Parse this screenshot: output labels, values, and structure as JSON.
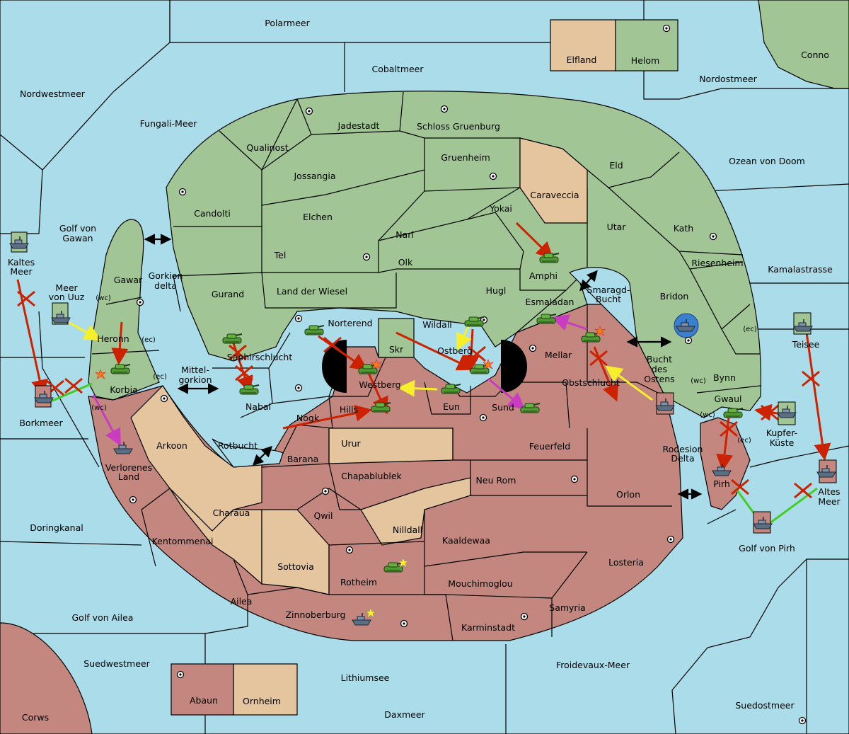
{
  "colors": {
    "sea": "#aadcea",
    "player_green": "#a2c596",
    "player_red": "#c3877f",
    "neutral": "#e4c59d",
    "order_red": "#cc2200",
    "order_yellow": "#f5f02a",
    "order_magenta": "#c83cc0",
    "order_green": "#44cc22",
    "dislodge_blue": "#3a7fd0"
  },
  "icons": {
    "army": "tank-icon",
    "fleet": "ship-icon",
    "supply_center": "supply-center-dot",
    "dislodged": "star-icon",
    "explosion": "explosion-icon",
    "connection": "double-arrow-icon"
  },
  "seas": {
    "polarmeer": "Polarmeer",
    "cobaltmeer": "Cobaltmeer",
    "nordostmeer": "Nordostmeer",
    "conno": "Conno",
    "nordwestmeer": "Nordwestmeer",
    "fungali": "Fungali-Meer",
    "ozean": "Ozean von Doom",
    "golf_gawan_1": "Golf von",
    "golf_gawan_2": "Gawan",
    "kaltes_1": "Kaltes",
    "kaltes_2": "Meer",
    "uuz_1": "Meer",
    "uuz_2": "von Uuz",
    "gorkion_1": "Gorkion",
    "gorkion_2": "delta",
    "kamalastrasse": "Kamalastrasse",
    "teisee": "Teisee",
    "mittel_1": "Mittel-",
    "mittel_2": "gorkion",
    "borkmeer": "Borkmeer",
    "smaragd_1": "Smaragd-",
    "smaragd_2": "Bucht",
    "bucht_1": "Bucht",
    "bucht_2": "des",
    "bucht_3": "Ostens",
    "rotbucht": "Rotbucht",
    "rodesion_1": "Rodesion",
    "rodesion_2": "Delta",
    "kupfer_1": "Kupfer-",
    "kupfer_2": "Küste",
    "altes_1": "Altes",
    "altes_2": "Meer",
    "doringkanal": "Doringkanal",
    "golf_pirh": "Golf von Pirh",
    "golf_ailea": "Golf von Ailea",
    "suedwestmeer": "Suedwestmeer",
    "froidevaux": "Froidevaux-Meer",
    "lithiumsee": "Lithiumsee",
    "daxmeer": "Daxmeer",
    "suedostmeer": "Suedostmeer",
    "corws": "Corws"
  },
  "islands": {
    "elfland": "Elfland",
    "helom": "Helom",
    "abaun": "Abaun",
    "ornheim": "Ornheim"
  },
  "green": {
    "jadestadt": "Jadestadt",
    "schloss": "Schloss Gruenburg",
    "qualinost": "Qualinost",
    "gruenheim": "Gruenheim",
    "eld": "Eld",
    "jossangia": "Jossangia",
    "candolti": "Candolti",
    "elchen": "Elchen",
    "yokai": "Yokai",
    "utar": "Utar",
    "kath": "Kath",
    "nari": "Nari",
    "tel": "Tel",
    "olk": "Olk",
    "amphi": "Amphi",
    "riesenheim": "Riesenheim",
    "gurand": "Gurand",
    "land_wiesel": "Land der Wiesel",
    "hugl": "Hugl",
    "bridon": "Bridon",
    "gawar": "Gawar",
    "esmaladan": "Esmaladan",
    "norterend": "Norterend",
    "wildall": "Wildall",
    "skr": "Skr",
    "heronn": "Heronn",
    "korbia": "Korbia",
    "bynn": "Bynn",
    "gwaul": "Gwaul",
    "ec": "(ec)",
    "wc": "(wc)"
  },
  "red": {
    "saphir": "Saphirschlucht",
    "ostberg": "Ostberg",
    "mellar": "Mellar",
    "westberg": "Westberg",
    "obstschlucht": "Obstschlucht",
    "nabai": "Nabai",
    "hills": "Hills",
    "nogk": "Nogk",
    "eun": "Eun",
    "sund": "Sund",
    "verlorenes_1": "Verlorenes",
    "verlorenes_2": "Land",
    "barana": "Barana",
    "feuerfeld": "Feuerfeld",
    "pirh": "Pirh",
    "chapablublek": "Chapablublek",
    "neu_rom": "Neu Rom",
    "orlon": "Orlon",
    "qwil": "Qwil",
    "kentommenai": "Kentommenai",
    "kaaldewaa": "Kaaldewaa",
    "losteria": "Losteria",
    "rotheim": "Rotheim",
    "mouchimoglou": "Mouchimoglou",
    "ailea": "Ailea",
    "samyria": "Samyria",
    "zinnoberburg": "Zinnoberburg",
    "karminstadt": "Karminstadt"
  },
  "neutral": {
    "caraveccia": "Caraveccia",
    "arkoon": "Arkoon",
    "urur": "Urur",
    "charaua": "Charaua",
    "nilldall": "Nilldall",
    "sottovia": "Sottovia"
  }
}
